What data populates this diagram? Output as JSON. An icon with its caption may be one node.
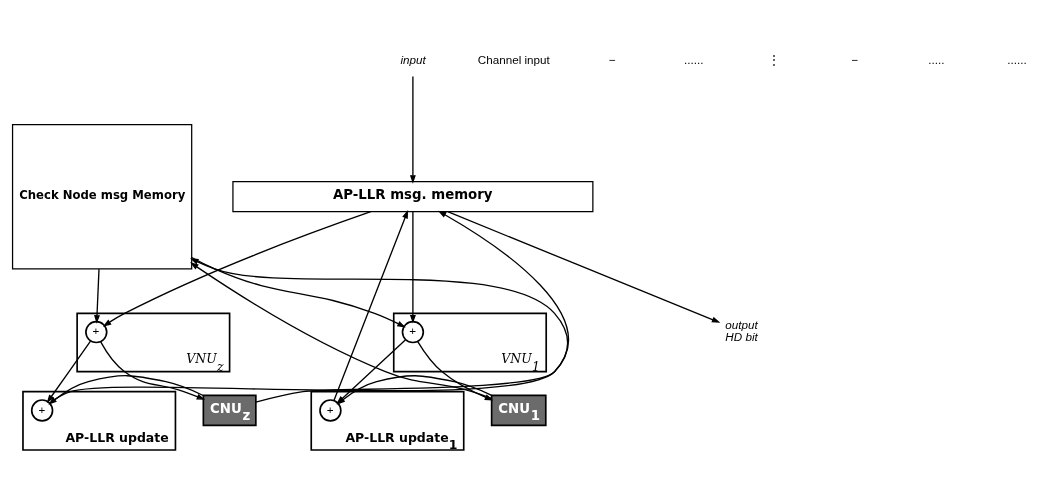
{
  "diagram": {
    "nodes": [
      {
        "text": [
          "AP-LLR msg. memory"
        ]
      },
      {
        "text": [
          "Check Node msg Memory"
        ]
      },
      {
        "text": [
          "VNU$_{1}$"
        ]
      },
      {
        "text": [
          "+"
        ],
        "in": 2
      },
      {
        "text": [
          "AP-LLR update$_{1}$"
        ]
      },
      {
        "text": [
          "+"
        ],
        "in": 4
      },
      {
        "text": [
          "CNU$_{1}$"
        ]
      },
      {
        "text": [
          "VNU$_{z}$"
        ]
      },
      {
        "text": [
          "+"
        ],
        "in": 7
      },
      {
        "text": [
          "AP-LLR update"
        ]
      },
      {
        "text": [
          "+"
        ],
        "in": 9
      },
      {
        "text": [
          "CNU$_{z}$"
        ]
      },
      {
        "text": [
          "input"
        ]
      },
      {
        "text": [
          "output",
          "HD bit"
        ]
      }
    ],
    "edges": [
      {
        "from": 12,
        "to": 0,
        "arrow": "to"
      },
      {
        "from": 0,
        "to": 13,
        "arrow": "to"
      },
      {
        "from": 0,
        "to": 3,
        "arrow": "to"
      },
      {
        "from": 1,
        "to": 3,
        "arrow": "to"
      },
      {
        "from": 3,
        "to": 6,
        "arrow": "to"
      },
      {
        "from": 3,
        "to": 5,
        "arrow": "to"
      },
      {
        "from": 6,
        "to": 5,
        "arrow": "to"
      },
      {
        "from": 5,
        "to": 0,
        "arrow": "to"
      },
      {
        "from": 6,
        "to": 1,
        "arrow": "to"
      },
      {
        "from": 0,
        "to": 8,
        "arrow": "to"
      },
      {
        "from": 1,
        "to": 8,
        "arrow": "to"
      },
      {
        "from": 8,
        "to": 11,
        "arrow": "to"
      },
      {
        "from": 8,
        "to": 10,
        "arrow": "to"
      },
      {
        "from": 11,
        "to": 10,
        "arrow": "to"
      },
      {
        "from": 10,
        "to": 0,
        "arrow": "to"
      },
      {
        "from": 11,
        "to": 1,
        "arrow": "to"
      }
    ],
    "labels": [
      "Channel input",
      "−",
      "......",
      "⋮",
      "−",
      ".....",
      "......"
    ]
  }
}
